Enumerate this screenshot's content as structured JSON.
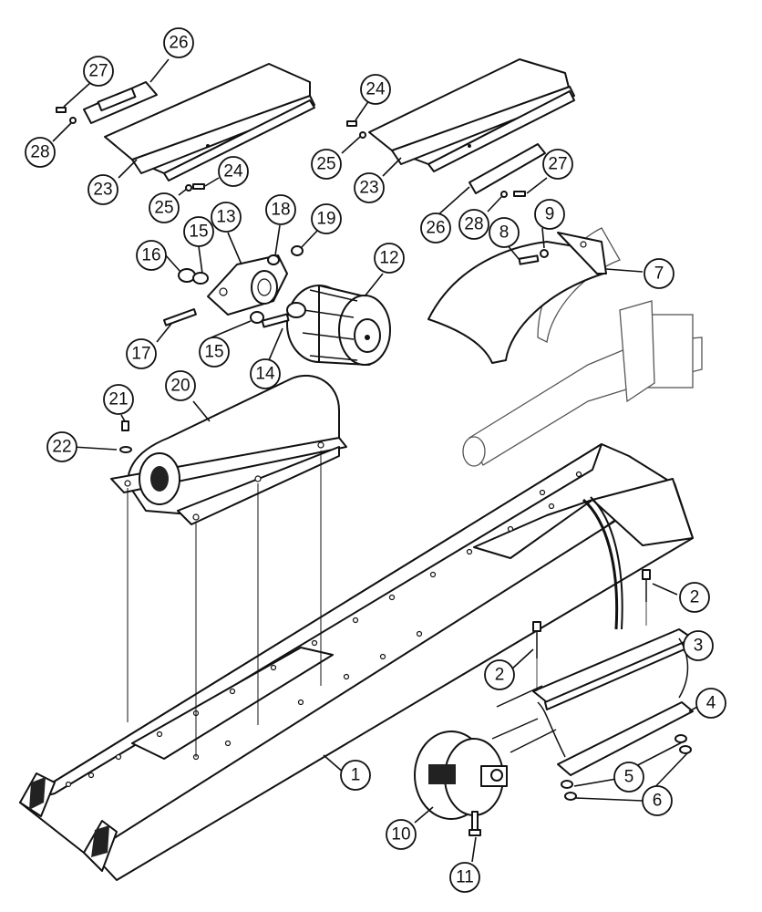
{
  "callouts": [
    {
      "label": "1"
    },
    {
      "label": "2"
    },
    {
      "label": "2"
    },
    {
      "label": "3"
    },
    {
      "label": "4"
    },
    {
      "label": "5"
    },
    {
      "label": "6"
    },
    {
      "label": "7"
    },
    {
      "label": "8"
    },
    {
      "label": "9"
    },
    {
      "label": "10"
    },
    {
      "label": "11"
    },
    {
      "label": "12"
    },
    {
      "label": "13"
    },
    {
      "label": "14"
    },
    {
      "label": "15"
    },
    {
      "label": "15"
    },
    {
      "label": "16"
    },
    {
      "label": "17"
    },
    {
      "label": "18"
    },
    {
      "label": "19"
    },
    {
      "label": "20"
    },
    {
      "label": "21"
    },
    {
      "label": "22"
    },
    {
      "label": "23"
    },
    {
      "label": "23"
    },
    {
      "label": "24"
    },
    {
      "label": "24"
    },
    {
      "label": "25"
    },
    {
      "label": "25"
    },
    {
      "label": "26"
    },
    {
      "label": "26"
    },
    {
      "label": "27"
    },
    {
      "label": "27"
    },
    {
      "label": "28"
    },
    {
      "label": "28"
    }
  ]
}
